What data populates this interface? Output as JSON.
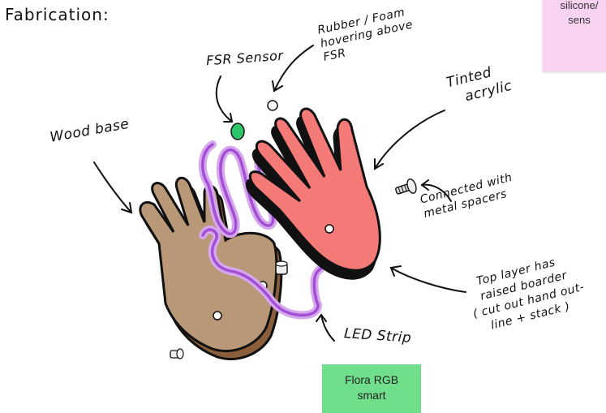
{
  "title": "Fabrication:",
  "labels": {
    "fsr_sensor": "FSR Sensor",
    "rubber_line1": "Rubber / Foam",
    "rubber_line2": "hovering above",
    "rubber_line3": "FSR",
    "tinted_line1": "Tinted",
    "tinted_line2": "acrylic",
    "wood_base": "Wood base",
    "connected_line1": "Connected with",
    "connected_line2": "metal spacers",
    "top_line1": "Top layer has",
    "top_line2": "raised boarder",
    "top_line3": "( cut out hand out-",
    "top_line4": "line + stack )",
    "led_strip": "LED Strip"
  },
  "sticky_notes": {
    "pink_line1": "silicone/",
    "pink_line2": "sens",
    "green_line1": "Flora RGB",
    "green_line2": "smart"
  },
  "colors": {
    "wood": "#b99877",
    "wood_dark": "#8a5e3b",
    "acrylic": "#f47a78",
    "led": "#a24fd6",
    "led_glow": "#d7a7ee",
    "fsr": "#2ec46a",
    "ink": "#111111",
    "sticky_pink": "#f7d2f1",
    "sticky_green": "#6fdf8c"
  }
}
